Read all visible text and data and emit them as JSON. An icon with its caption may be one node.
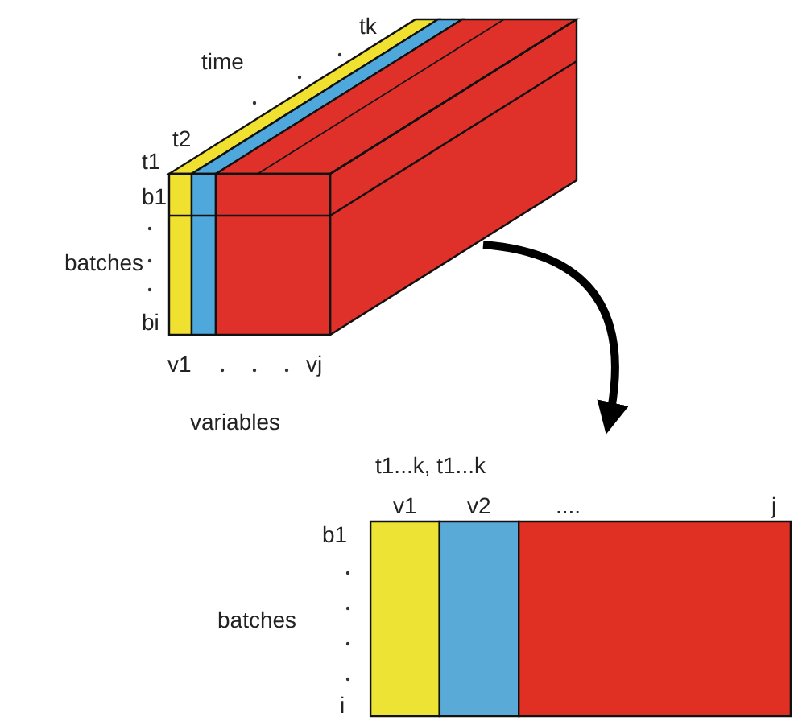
{
  "diagram": {
    "nodes": [
      {
        "text": [],
        "shape": "picture"
      },
      {
        "text": [],
        "shape": "box"
      }
    ],
    "edges": [
      {
        "from": 0,
        "to": 1,
        "arrow": "to"
      }
    ],
    "labels": [
      "tk",
      "time",
      "t2",
      "t1",
      "b1",
      "batches",
      "bi",
      "v1",
      "vj",
      "variables",
      "t1...k, t1...k",
      "v1",
      "v2",
      "....",
      "j",
      "b1",
      "batches",
      "i"
    ]
  }
}
